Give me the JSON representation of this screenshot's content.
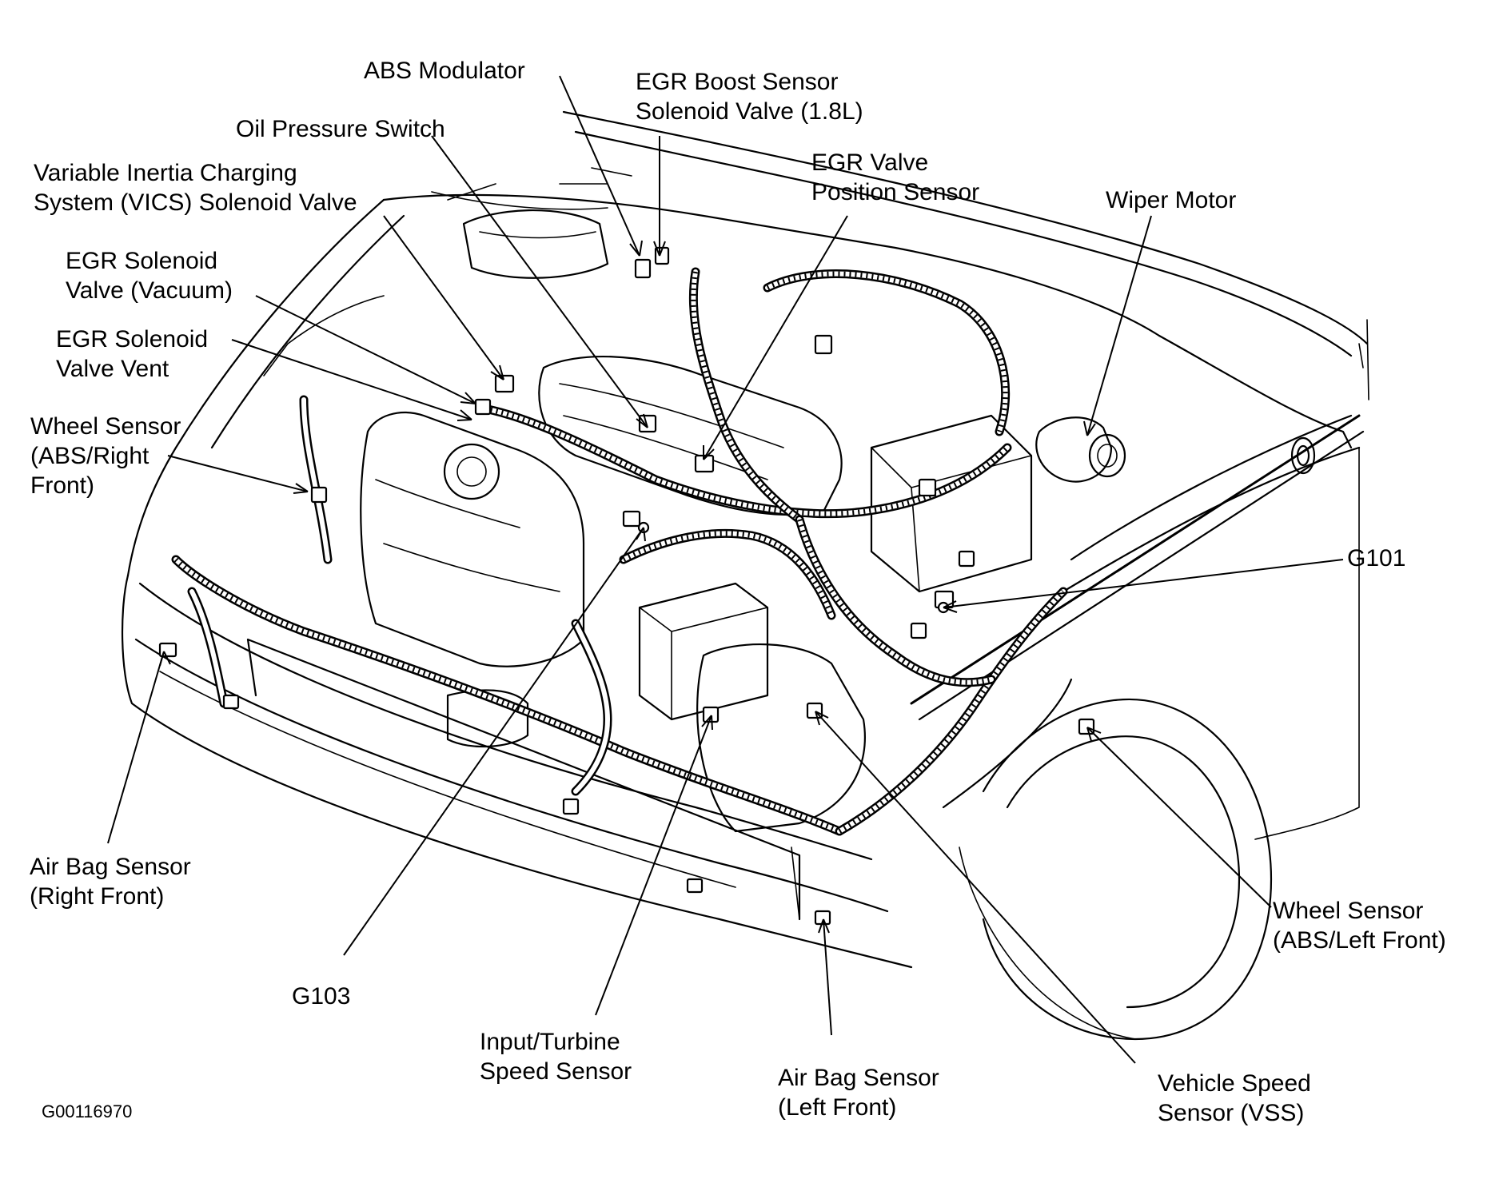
{
  "figure_code": "G00116970",
  "callouts": [
    {
      "id": "abs-modulator",
      "lines": [
        "ABS Modulator"
      ]
    },
    {
      "id": "egr-boost-sensor-solenoid-valve",
      "lines": [
        "EGR Boost Sensor",
        "Solenoid Valve (1.8L)"
      ]
    },
    {
      "id": "oil-pressure-switch",
      "lines": [
        "Oil Pressure Switch"
      ]
    },
    {
      "id": "vics-solenoid-valve",
      "lines": [
        "Variable Inertia Charging",
        "System (VICS) Solenoid Valve"
      ]
    },
    {
      "id": "egr-valve-position-sensor",
      "lines": [
        "EGR Valve",
        "Position Sensor"
      ]
    },
    {
      "id": "wiper-motor",
      "lines": [
        "Wiper Motor"
      ]
    },
    {
      "id": "egr-solenoid-valve-vacuum",
      "lines": [
        "EGR Solenoid",
        "Valve (Vacuum)"
      ]
    },
    {
      "id": "egr-solenoid-valve-vent",
      "lines": [
        "EGR Solenoid",
        "Valve Vent"
      ]
    },
    {
      "id": "wheel-sensor-right-front",
      "lines": [
        "Wheel Sensor",
        "(ABS/Right",
        "Front)"
      ]
    },
    {
      "id": "g101",
      "lines": [
        "G101"
      ]
    },
    {
      "id": "air-bag-sensor-right-front",
      "lines": [
        "Air Bag Sensor",
        "(Right Front)"
      ]
    },
    {
      "id": "g103",
      "lines": [
        "G103"
      ]
    },
    {
      "id": "input-turbine-speed-sensor",
      "lines": [
        "Input/Turbine",
        "Speed Sensor"
      ]
    },
    {
      "id": "air-bag-sensor-left-front",
      "lines": [
        "Air Bag Sensor",
        "(Left Front)"
      ]
    },
    {
      "id": "vehicle-speed-sensor",
      "lines": [
        "Vehicle Speed",
        "Sensor (VSS)"
      ]
    },
    {
      "id": "wheel-sensor-left-front",
      "lines": [
        "Wheel Sensor",
        "(ABS/Left Front)"
      ]
    }
  ]
}
